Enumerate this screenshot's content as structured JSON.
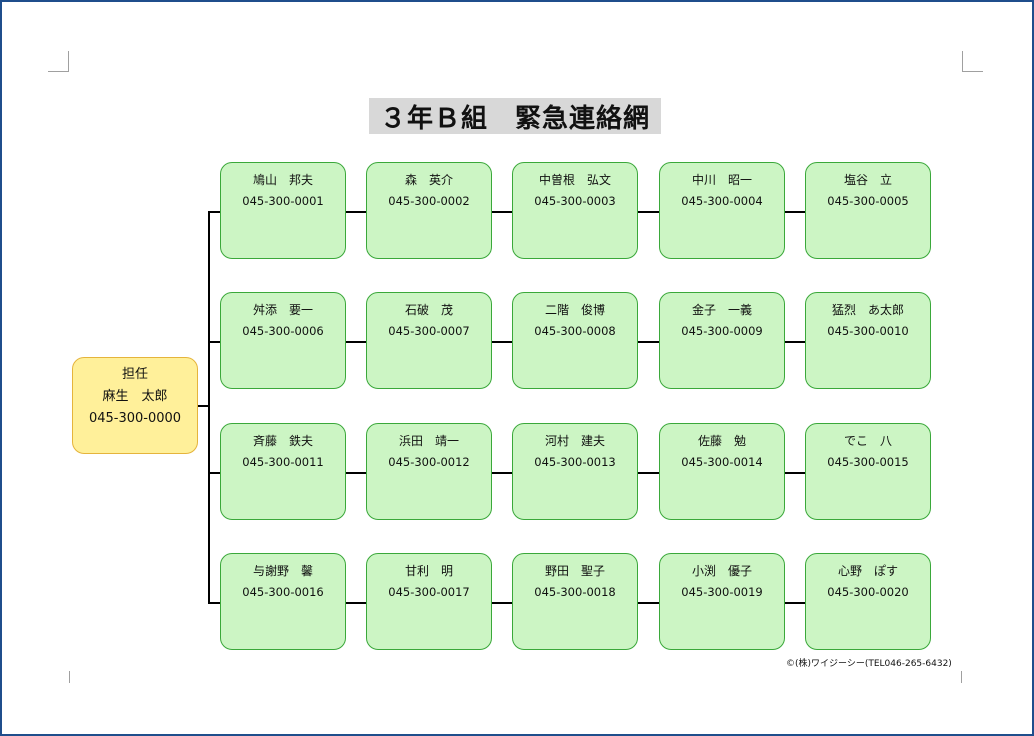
{
  "title": "３年Ｂ組　緊急連絡網",
  "teacher": {
    "role": "担任",
    "name": "麻生　太郎",
    "tel": "045-300-0000"
  },
  "rows": [
    [
      {
        "name": "鳩山　邦夫",
        "tel": "045-300-0001"
      },
      {
        "name": "森　英介",
        "tel": "045-300-0002"
      },
      {
        "name": "中曽根　弘文",
        "tel": "045-300-0003"
      },
      {
        "name": "中川　昭一",
        "tel": "045-300-0004"
      },
      {
        "name": "塩谷　立",
        "tel": "045-300-0005"
      }
    ],
    [
      {
        "name": "舛添　要一",
        "tel": "045-300-0006"
      },
      {
        "name": "石破　茂",
        "tel": "045-300-0007"
      },
      {
        "name": "二階　俊博",
        "tel": "045-300-0008"
      },
      {
        "name": "金子　一義",
        "tel": "045-300-0009"
      },
      {
        "name": "猛烈　あ太郎",
        "tel": "045-300-0010"
      }
    ],
    [
      {
        "name": "斉藤　鉄夫",
        "tel": "045-300-0011"
      },
      {
        "name": "浜田　靖一",
        "tel": "045-300-0012"
      },
      {
        "name": "河村　建夫",
        "tel": "045-300-0013"
      },
      {
        "name": "佐藤　勉",
        "tel": "045-300-0014"
      },
      {
        "name": "でこ　八",
        "tel": "045-300-0015"
      }
    ],
    [
      {
        "name": "与謝野　馨",
        "tel": "045-300-0016"
      },
      {
        "name": "甘利　明",
        "tel": "045-300-0017"
      },
      {
        "name": "野田　聖子",
        "tel": "045-300-0018"
      },
      {
        "name": "小渕　優子",
        "tel": "045-300-0019"
      },
      {
        "name": "心野　ぽす",
        "tel": "045-300-0020"
      }
    ]
  ],
  "copyright": "©(株)ワイジーシー(TEL046-265-6432)",
  "colors": {
    "member_fill": "#ccf5c4",
    "member_border": "#3aa83a",
    "teacher_fill": "#fff09a",
    "teacher_border": "#e5b43c",
    "title_bg": "#d8d8d8"
  }
}
